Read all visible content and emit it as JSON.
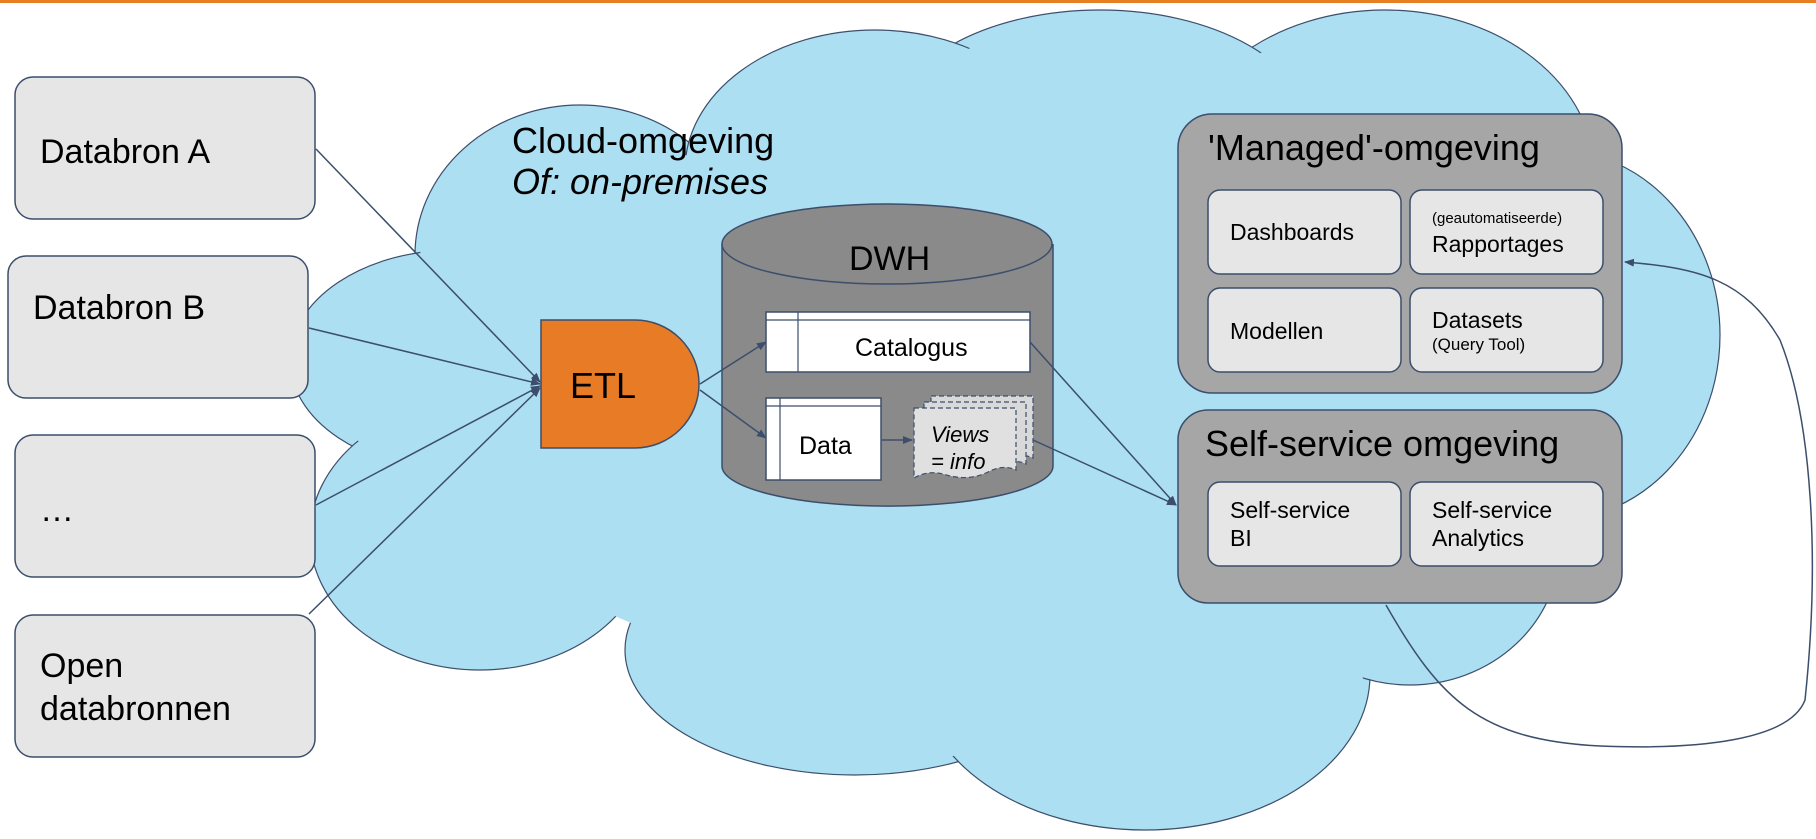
{
  "colors": {
    "top_bar": "#E67E22",
    "cloud_fill": "#ADDFF2",
    "cloud_stroke": "#3C4E6B",
    "source_box_fill": "#E6E6E6",
    "etl_fill": "#E87B25",
    "dwh_fill": "#8A8A8A",
    "env_box_fill": "#A6A6A6",
    "inner_box_fill": "#E6E6E6",
    "connector": "#3C4E6B"
  },
  "sources": [
    {
      "label": "Databron A"
    },
    {
      "label": "Databron B"
    },
    {
      "label": "…"
    },
    {
      "line1": "Open",
      "line2": "databronnen"
    }
  ],
  "cloud": {
    "title": "Cloud-omgeving",
    "subtitle": "Of: on-premises"
  },
  "etl": {
    "label": "ETL"
  },
  "dwh": {
    "title": "DWH",
    "catalogus_label": "Catalogus",
    "data_label": "Data",
    "views_line1": "Views",
    "views_line2": "= info"
  },
  "managed": {
    "title": "'Managed'-omgeving",
    "dashboards_label": "Dashboards",
    "rapportages_small": "(geautomatiseerde)",
    "rapportages_label": "Rapportages",
    "modellen_label": "Modellen",
    "datasets_label": "Datasets",
    "datasets_small": "(Query Tool)"
  },
  "selfservice": {
    "title": "Self-service omgeving",
    "bi_line1": "Self-service",
    "bi_line2": "BI",
    "analytics_line1": "Self-service",
    "analytics_line2": "Analytics"
  }
}
